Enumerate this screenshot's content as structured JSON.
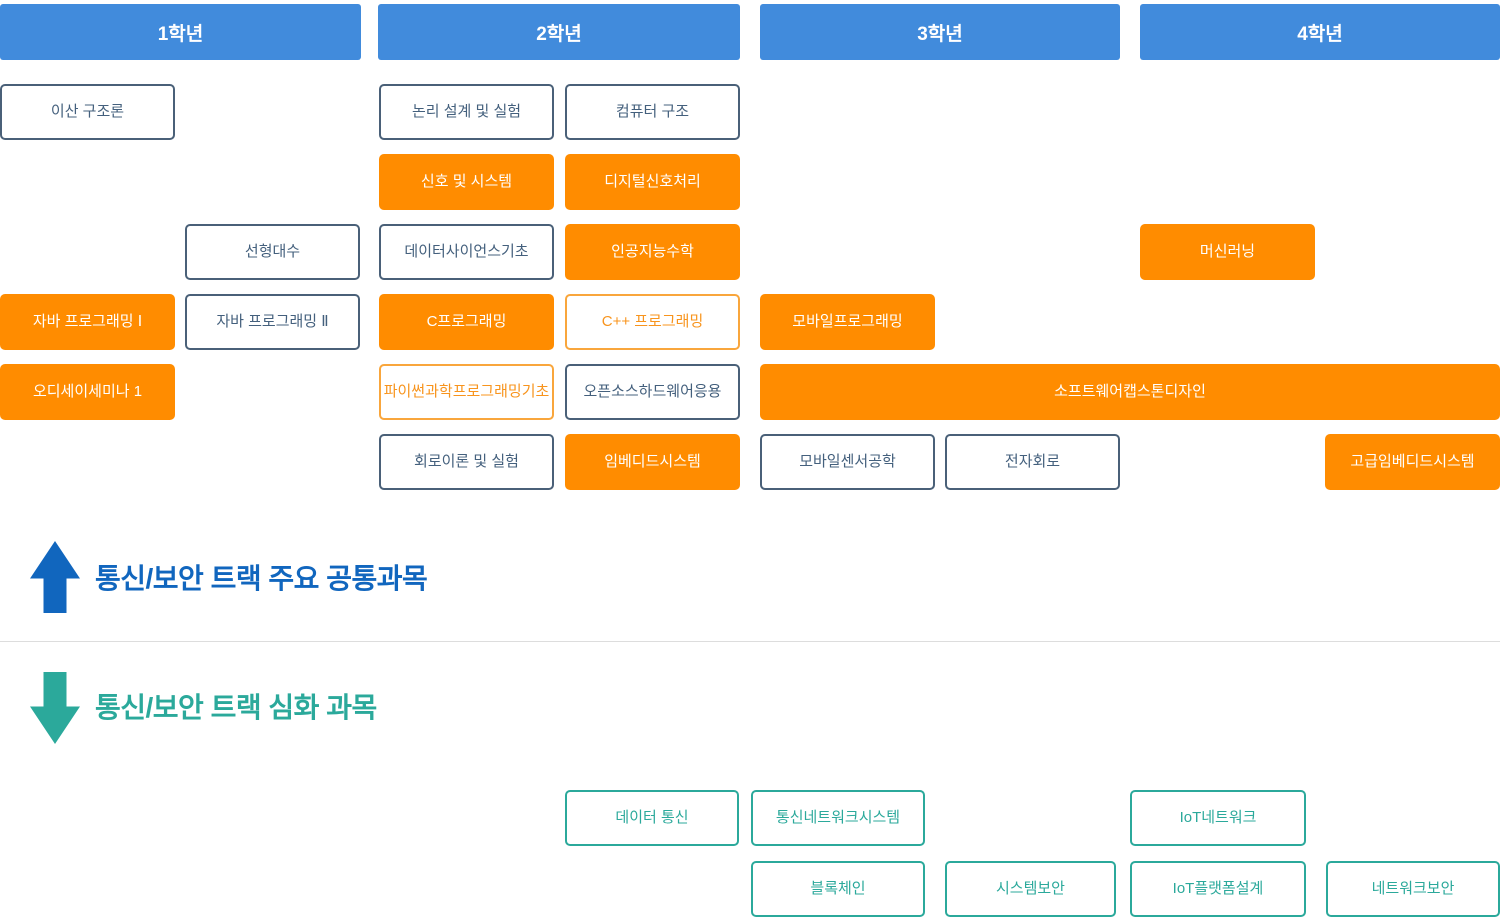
{
  "palette": {
    "header_blue": "#418BDC",
    "course_orange": "#FF8C00",
    "orange_outline_border": "#F9A63C",
    "orange_outline_text": "#F8941D",
    "navy_outline": "#4A6078",
    "navy_text": "#44607D",
    "common_track_blue": "#1166BE",
    "advanced_track_teal": "#2BA99B",
    "divider_gray": "#DDDDDD"
  },
  "year_headers": [
    {
      "label": "1학년"
    },
    {
      "label": "2학년"
    },
    {
      "label": "3학년"
    },
    {
      "label": "4학년"
    }
  ],
  "courses": [
    {
      "label": "이산 구조론",
      "style": "navy-outline"
    },
    {
      "label": "논리 설계 및 실험",
      "style": "navy-outline"
    },
    {
      "label": "컴퓨터 구조",
      "style": "navy-outline"
    },
    {
      "label": "신호 및 시스템",
      "style": "orange-filled"
    },
    {
      "label": "디지털신호처리",
      "style": "orange-filled"
    },
    {
      "label": "선형대수",
      "style": "navy-outline"
    },
    {
      "label": "데이터사이언스기초",
      "style": "navy-outline"
    },
    {
      "label": "인공지능수학",
      "style": "orange-filled"
    },
    {
      "label": "머신러닝",
      "style": "orange-filled"
    },
    {
      "label": "자바 프로그래밍 Ⅰ",
      "style": "orange-filled"
    },
    {
      "label": "자바 프로그래밍 Ⅱ",
      "style": "navy-outline"
    },
    {
      "label": "C프로그래밍",
      "style": "orange-filled"
    },
    {
      "label": "C++ 프로그래밍",
      "style": "orange-outline"
    },
    {
      "label": "모바일프로그래밍",
      "style": "orange-filled"
    },
    {
      "label": "오디세이세미나 1",
      "style": "orange-filled"
    },
    {
      "label": "파이썬과학프로그래밍기초",
      "style": "orange-outline"
    },
    {
      "label": "오픈소스하드웨어응용",
      "style": "navy-outline"
    },
    {
      "label": "소프트웨어캡스톤디자인",
      "style": "orange-filled"
    },
    {
      "label": "회로이론 및 실험",
      "style": "navy-outline"
    },
    {
      "label": "임베디드시스템",
      "style": "orange-filled"
    },
    {
      "label": "모바일센서공학",
      "style": "navy-outline"
    },
    {
      "label": "전자회로",
      "style": "navy-outline"
    },
    {
      "label": "고급임베디드시스템",
      "style": "orange-filled"
    }
  ],
  "sections": {
    "common_label": "통신/보안 트랙 주요 공통과목",
    "advanced_label": "통신/보안 트랙 심화 과목"
  },
  "advanced_courses": [
    {
      "label": "데이터 통신"
    },
    {
      "label": "통신네트워크시스템"
    },
    {
      "label": "IoT네트워크"
    },
    {
      "label": "블록체인"
    },
    {
      "label": "시스템보안"
    },
    {
      "label": "IoT플랫폼설계"
    },
    {
      "label": "네트워크보안"
    }
  ]
}
